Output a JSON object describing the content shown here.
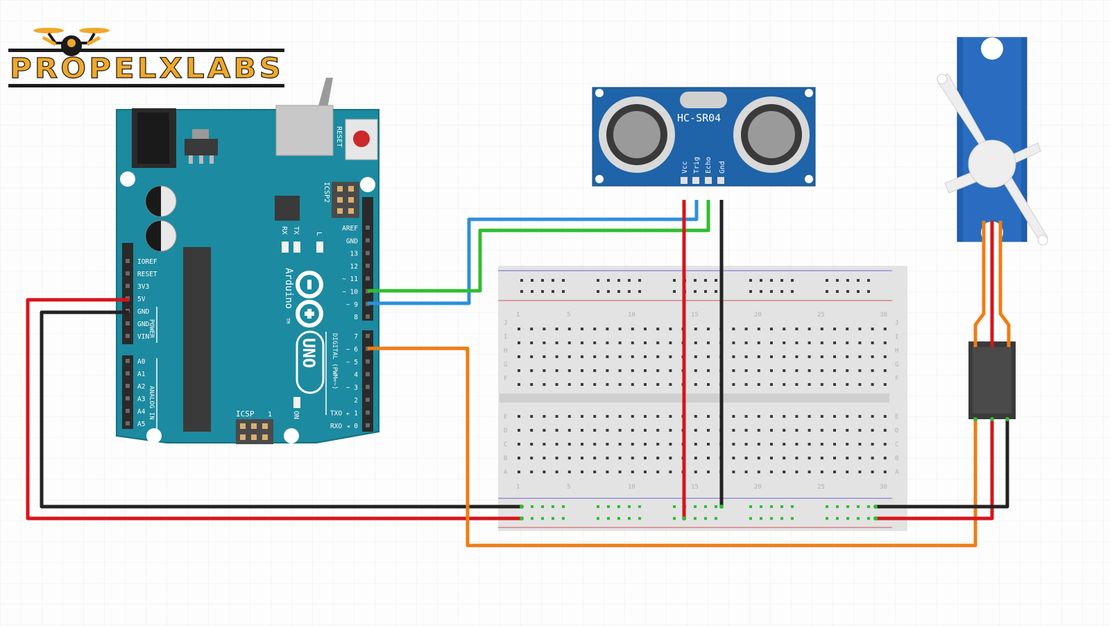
{
  "logo": {
    "text": "PROPELXLABS",
    "colors": {
      "gold": "#f0a82a",
      "dark": "#1a1a1a"
    }
  },
  "arduino": {
    "board_name": "Arduino",
    "model": "UNO",
    "reset_label": "RESET",
    "icsp2_label": "ICSP2",
    "icsp_label": "ICSP",
    "icsp_pin1": "1",
    "tx_label": "TX",
    "rx_label": "RX",
    "l_label": "L",
    "on_label": "ON",
    "power_label": "POWER",
    "analog_label": "ANALOG IN",
    "digital_label": "DIGITAL (PWM=~)",
    "trademark": "TM",
    "power_pins": [
      "IOREF",
      "RESET",
      "3V3",
      "5V",
      "GND",
      "GND",
      "VIN"
    ],
    "analog_pins": [
      "A0",
      "A1",
      "A2",
      "A3",
      "A4",
      "A5"
    ],
    "digital_top": [
      "AREF",
      "GND",
      "13",
      "12",
      "~ 11",
      "~ 10",
      "~ 9",
      "8"
    ],
    "digital_bottom": [
      "7",
      "~ 6",
      "~ 5",
      "4",
      "~ 3",
      "2",
      "TXO ▸ 1",
      "RXO ◂ 0"
    ],
    "color": "#1c8aa0"
  },
  "sensor": {
    "name": "HC-SR04",
    "pins": [
      "Vcc",
      "Trig",
      "Echo",
      "Gnd"
    ],
    "color": "#1f63a8"
  },
  "breadboard": {
    "row_letters_top": [
      "J",
      "I",
      "H",
      "G",
      "F"
    ],
    "row_letters_bottom": [
      "E",
      "D",
      "C",
      "B",
      "A"
    ],
    "column_numbers": [
      "1",
      "5",
      "10",
      "15",
      "20",
      "25",
      "30"
    ]
  },
  "servo": {
    "color": "#1f5fb0"
  },
  "wire_colors": {
    "red": "#d8141a",
    "black": "#222222",
    "green": "#2fbe2f",
    "blue": "#2f8fd8",
    "orange": "#ee7d16"
  }
}
